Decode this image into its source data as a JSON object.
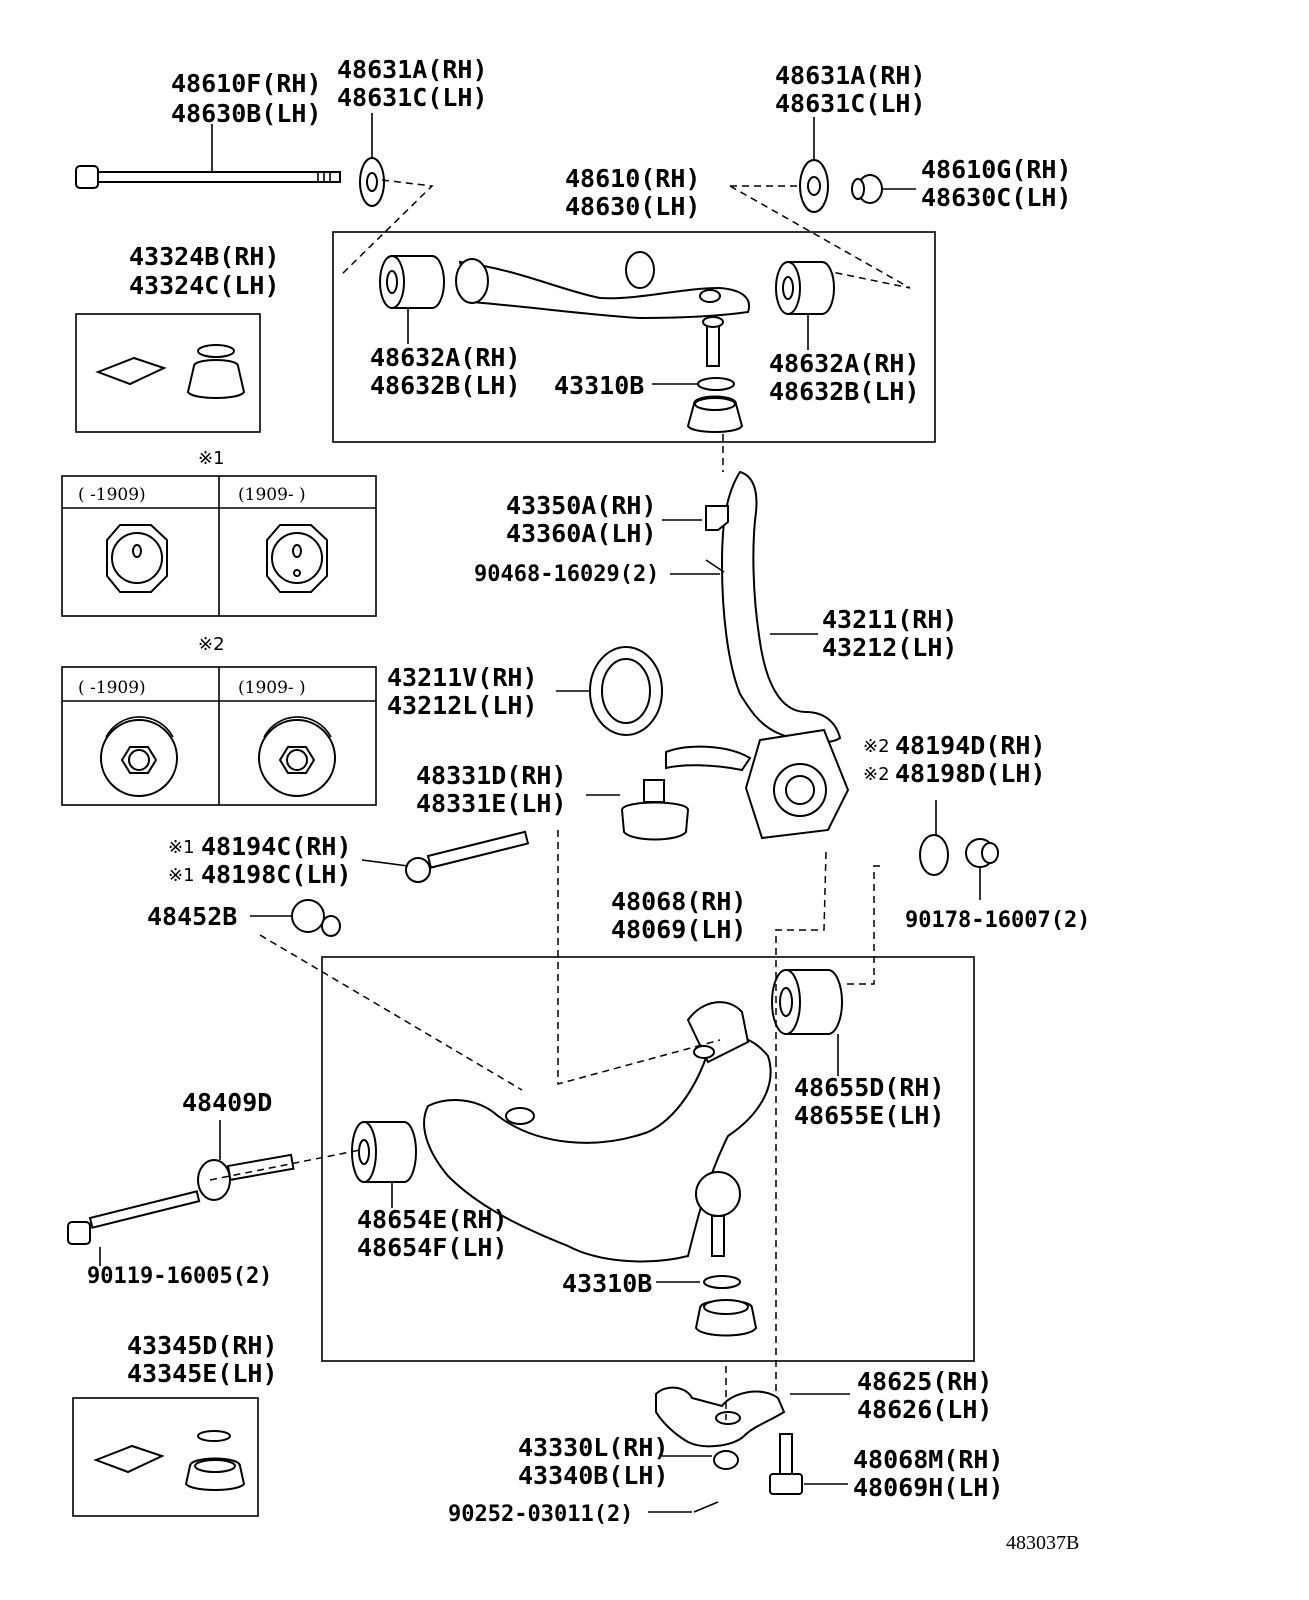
{
  "labels": {
    "l48610F": "48610F(RH)",
    "l48630B": "48630B(LH)",
    "l48631A_1": "48631A(RH)",
    "l48631C_1": "48631C(LH)",
    "l48631A_2": "48631A(RH)",
    "l48631C_2": "48631C(LH)",
    "l48610": "48610(RH)",
    "l48630": "48630(LH)",
    "l48610G": "48610G(RH)",
    "l48630C": "48630C(LH)",
    "l43324B": "43324B(RH)",
    "l43324C": "43324C(LH)",
    "l48632A_1": "48632A(RH)",
    "l48632B_1": "48632B(LH)",
    "l48632A_2": "48632A(RH)",
    "l48632B_2": "48632B(LH)",
    "l43310B_1": "43310B",
    "l43350A": "43350A(RH)",
    "l43360A": "43360A(LH)",
    "l90468": "90468-16029(2)",
    "l43211": "43211(RH)",
    "l43212": "43212(LH)",
    "l43211V": "43211V(RH)",
    "l43212L": "43212L(LH)",
    "l48194D": "48194D(RH)",
    "l48198D": "48198D(LH)",
    "l48331D": "48331D(RH)",
    "l48331E": "48331E(LH)",
    "l48194C": "48194C(RH)",
    "l48198C": "48198C(LH)",
    "l48452B": "48452B",
    "l48068": "48068(RH)",
    "l48069": "48069(LH)",
    "l90178": "90178-16007(2)",
    "l48655D": "48655D(RH)",
    "l48655E": "48655E(LH)",
    "l48409D": "48409D",
    "l48654E": "48654E(RH)",
    "l48654F": "48654F(LH)",
    "l90119": "90119-16005(2)",
    "l43310B_2": "43310B",
    "l43345D": "43345D(RH)",
    "l43345E": "43345E(LH)",
    "l48625": "48625(RH)",
    "l48626": "48626(LH)",
    "l43330L": "43330L(RH)",
    "l43340B": "43340B(LH)",
    "l48068M": "48068M(RH)",
    "l48069H": "48069H(LH)",
    "l90252": "90252-03011(2)"
  },
  "notes": {
    "mark1": "※1",
    "mark2": "※2",
    "m_48194D": "※2",
    "m_48198D": "※2",
    "m_48194C": "※1",
    "m_48198C": "※1"
  },
  "inset1": {
    "col_left": "(      -1909)",
    "col_right": "(1909-       )"
  },
  "inset2": {
    "col_left": "(      -1909)",
    "col_right": "(1909-       )"
  },
  "diagram_code": "483037B"
}
